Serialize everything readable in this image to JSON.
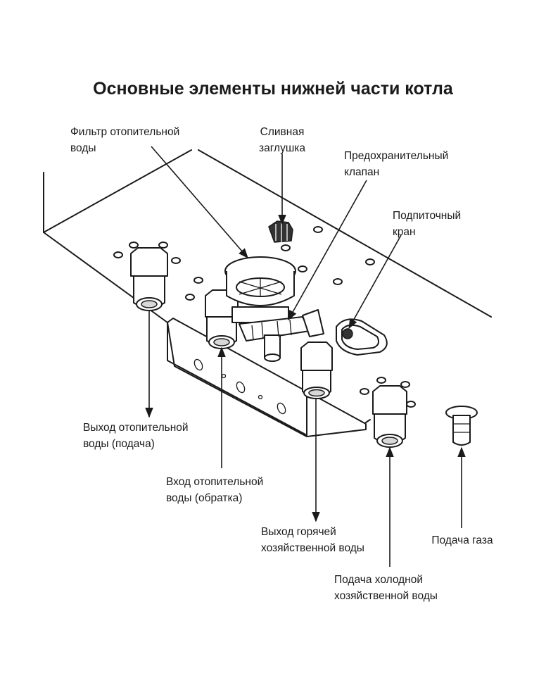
{
  "diagram": {
    "title": "Основные элементы нижней части котла",
    "labels": {
      "filter": [
        "Фильтр отопительной",
        "воды"
      ],
      "drain_plug": [
        "Сливная",
        "заглушка"
      ],
      "safety_valve": [
        "Предохранительный",
        "клапан"
      ],
      "makeup_tap": [
        "Подпиточный",
        "кран"
      ],
      "heating_out": [
        "Выход отопительной",
        "воды (подача)"
      ],
      "heating_in": [
        "Вход отопительной",
        "воды (обратка)"
      ],
      "hot_water_out": [
        "Выход горячей",
        "хозяйственной воды"
      ],
      "gas_supply": [
        "Подача газа"
      ],
      "cold_water_in": [
        "Подача холодной",
        "хозяйственной воды"
      ]
    }
  }
}
